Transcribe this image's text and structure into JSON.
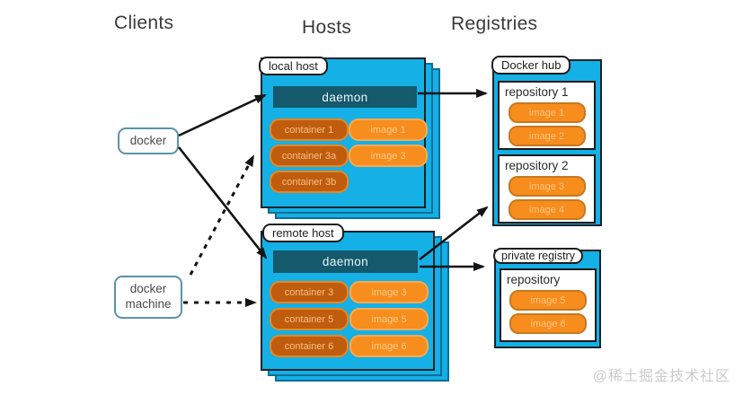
{
  "headers": {
    "clients": "Clients",
    "hosts": "Hosts",
    "registries": "Registries"
  },
  "clients": {
    "docker_label": "docker",
    "docker_machine_line1": "docker",
    "docker_machine_line2": "machine"
  },
  "hosts": {
    "local": {
      "tab": "local host",
      "daemon": "daemon",
      "containers": [
        "container 1",
        "container 3a",
        "container 3b"
      ],
      "images": [
        "image 1",
        "image 3"
      ]
    },
    "remote": {
      "tab": "remote host",
      "daemon": "daemon",
      "containers": [
        "container 3",
        "container 5",
        "container 6"
      ],
      "images": [
        "image 3",
        "image 5",
        "image 6"
      ]
    }
  },
  "registries": {
    "docker_hub": {
      "tab": "Docker hub",
      "repos": [
        {
          "name": "repository 1",
          "images": [
            "image 1",
            "image 2"
          ]
        },
        {
          "name": "repository 2",
          "images": [
            "image 3",
            "image 4"
          ]
        }
      ]
    },
    "private_registry": {
      "tab": "private registry",
      "repos": [
        {
          "name": "repository",
          "images": [
            "image 5",
            "image 6"
          ]
        }
      ]
    }
  },
  "watermark": "@稀土掘金技术社区",
  "colors": {
    "host_blue": "#14b0e6",
    "daemon_teal": "#15596d",
    "container_fill": "#c05c0e",
    "container_border": "#ea861f",
    "image_fill": "#f78d1d",
    "image_border_host": "#f9a952",
    "image_border_registry": "#c87820",
    "client_border": "#5b93a8",
    "arrow": "#141414"
  }
}
